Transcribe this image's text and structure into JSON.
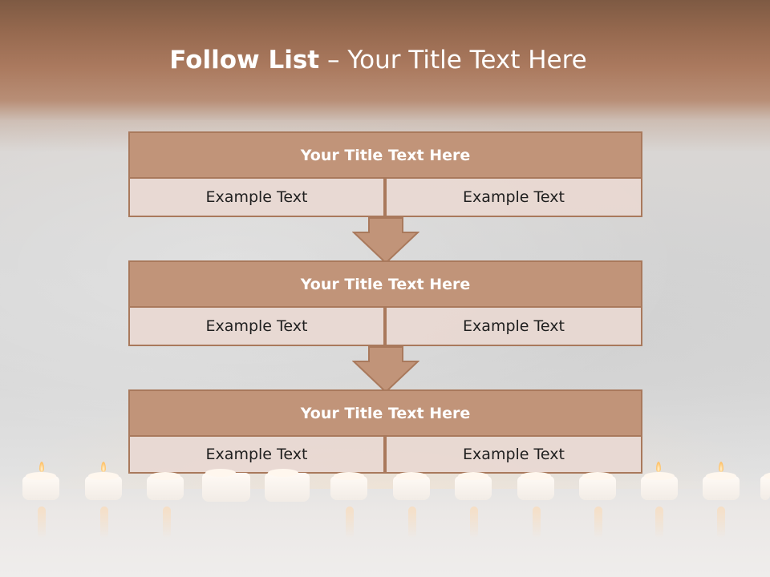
{
  "slide": {
    "title_bold": "Follow List",
    "title_rest": " – Your Title Text Here"
  },
  "blocks": [
    {
      "title": "Your Title Text Here",
      "left_text": "Example Text",
      "right_text": "Example Text"
    },
    {
      "title": "Your Title Text Here",
      "left_text": "Example Text",
      "right_text": "Example Text"
    },
    {
      "title": "Your Title Text Here",
      "left_text": "Example Text",
      "right_text": "Example Text"
    }
  ],
  "colors": {
    "header_fill": "#c19479",
    "border": "#a9795c",
    "cell_fill": "#e8d8d2",
    "title_text": "#ffffff",
    "cell_text": "#1f1f1f"
  },
  "icons": [
    "down-arrow-icon",
    "candle-icon"
  ]
}
